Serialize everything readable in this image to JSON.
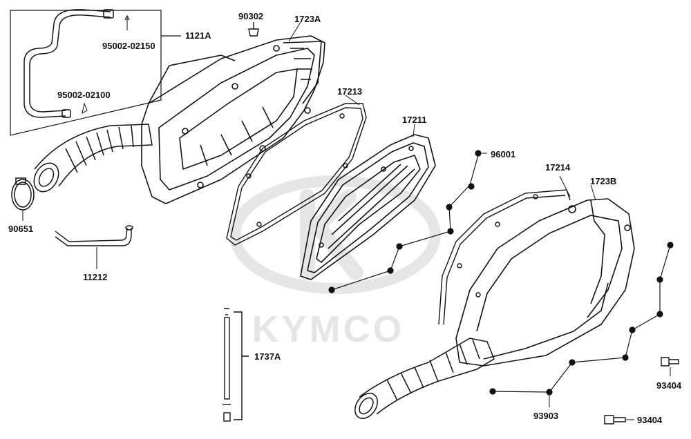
{
  "diagram": {
    "watermark": "KYMCO",
    "colors": {
      "line": "#111111",
      "watermark": "#e6e6e6",
      "background": "#ffffff"
    },
    "parts": [
      {
        "id": "1121A",
        "label": "1121A"
      },
      {
        "id": "95002-02150",
        "label": "95002-02150"
      },
      {
        "id": "95002-02100",
        "label": "95002-02100"
      },
      {
        "id": "90302",
        "label": "90302"
      },
      {
        "id": "1723A",
        "label": "1723A"
      },
      {
        "id": "17213",
        "label": "17213"
      },
      {
        "id": "17211",
        "label": "17211"
      },
      {
        "id": "96001",
        "label": "96001"
      },
      {
        "id": "17214",
        "label": "17214"
      },
      {
        "id": "1723B",
        "label": "1723B"
      },
      {
        "id": "90651",
        "label": "90651"
      },
      {
        "id": "11212",
        "label": "11212"
      },
      {
        "id": "1737A",
        "label": "1737A"
      },
      {
        "id": "93404-a",
        "label": "93404"
      },
      {
        "id": "93903",
        "label": "93903"
      },
      {
        "id": "93404-b",
        "label": "93404"
      }
    ]
  }
}
